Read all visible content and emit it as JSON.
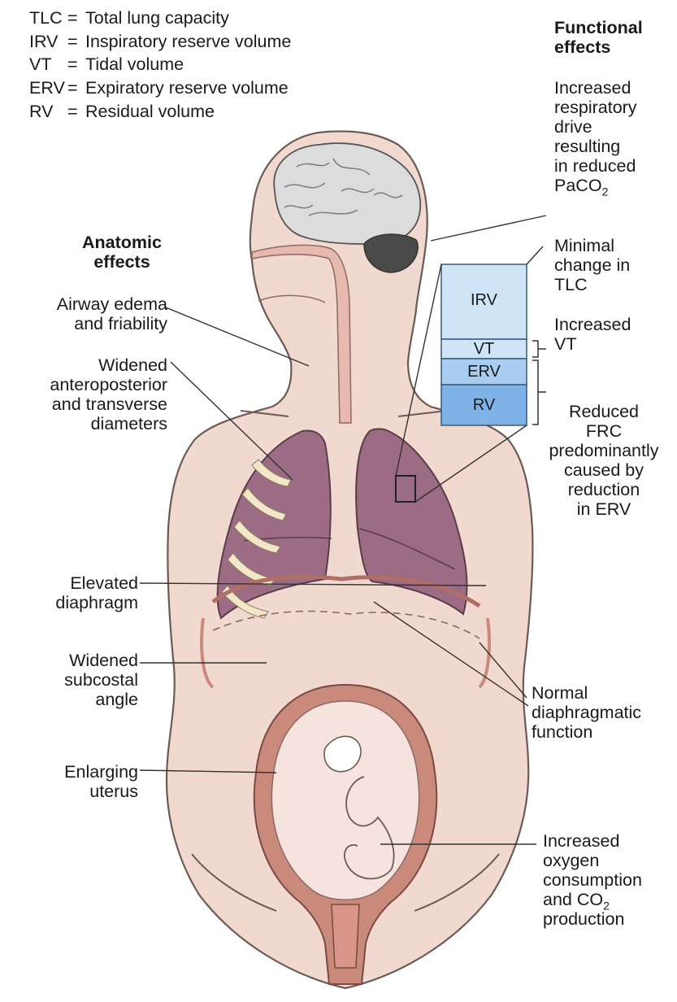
{
  "legend": [
    {
      "abbr": "TLC",
      "eq": "=",
      "desc": "Total lung capacity"
    },
    {
      "abbr": "IRV",
      "eq": "=",
      "desc": "Inspiratory reserve volume"
    },
    {
      "abbr": "VT",
      "eq": "=",
      "desc": "Tidal volume"
    },
    {
      "abbr": "ERV",
      "eq": "=",
      "desc": "Expiratory reserve volume"
    },
    {
      "abbr": "RV",
      "eq": "=",
      "desc": "Residual volume"
    }
  ],
  "anatomic": {
    "heading": "Anatomic\neffects",
    "airway": "Airway edema\nand friability",
    "widened": "Widened\nanteroposterior\nand transverse\ndiameters",
    "elevated": "Elevated\ndiaphragm",
    "subcostal": "Widened\nsubcostal\nangle",
    "uterus": "Enlarging\nuterus"
  },
  "functional": {
    "heading": "Functional\neffects",
    "resp_drive": "Increased\nrespiratory\ndrive\nresulting\nin reduced\nPaCO",
    "resp_drive_sub": "2",
    "tlc": "Minimal\nchange in\nTLC",
    "vt": "Increased\nVT",
    "frc": "Reduced\nFRC\npredominantly\ncaused by\nreduction\nin ERV",
    "diaphragm": "Normal\ndiaphragmatic\nfunction",
    "oxygen": "Increased\noxygen\nconsumption\nand CO",
    "oxygen_sub": "2",
    "oxygen_tail": "production"
  },
  "volume_box": {
    "irv": "IRV",
    "vt": "VT",
    "erv": "ERV",
    "rv": "RV"
  },
  "colors": {
    "skin": "#f2d9d0",
    "outline": "#6b5a55",
    "lung": "#9c6b84",
    "uterus": "#c98a7c",
    "rib": "#f3e7c9",
    "box_light": "#cfe4f7",
    "box_mid": "#a9cdf0",
    "box_dark": "#7fb2e6"
  }
}
